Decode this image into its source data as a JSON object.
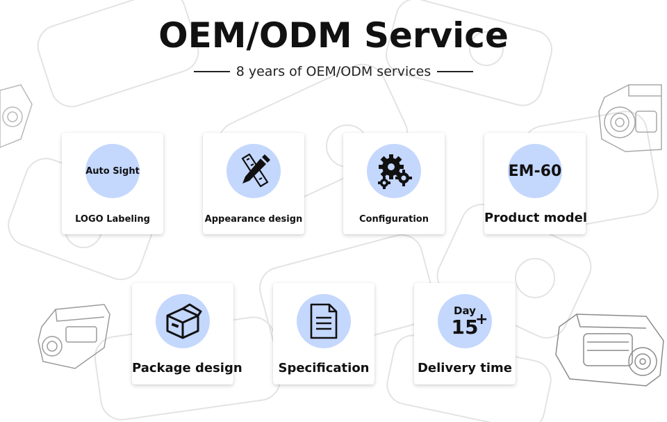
{
  "header": {
    "title": "OEM/ODM Service",
    "subtitle": "8 years of OEM/ODM services"
  },
  "cards": [
    {
      "label": "LOGO Labeling",
      "circle_text": "Auto Sight",
      "icon": "logo-text"
    },
    {
      "label": "Appearance design",
      "icon": "pencil-ruler-icon"
    },
    {
      "label": "Configuration",
      "icon": "gears-icon"
    },
    {
      "label": "Product model",
      "circle_text": "EM-60",
      "icon": "model-text"
    },
    {
      "label": "Package design",
      "icon": "box-icon"
    },
    {
      "label": "Specification",
      "icon": "document-icon"
    },
    {
      "label": "Delivery time",
      "day_word": "Day",
      "day_number": "15",
      "day_suffix": "+",
      "icon": "calendar-text"
    }
  ],
  "colors": {
    "circle": "#c4d7fd",
    "text": "#111111",
    "background": "#ffffff"
  }
}
